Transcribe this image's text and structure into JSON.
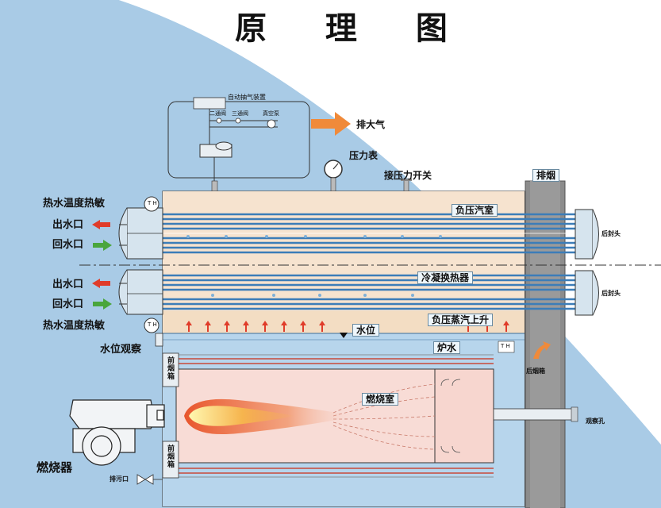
{
  "title": "原 理 图",
  "vacuum_unit": {
    "label": "自动抽气装置",
    "valve_1": "二通阀",
    "valve_2": "三通阀",
    "pump": "真空泵",
    "exhaust": "排大气"
  },
  "gauges": {
    "pressure_gauge": "压力表",
    "pressure_switch": "接压力开关",
    "chimney": "排烟"
  },
  "left_labels": {
    "hot_water_temp_sensor_top": "热水温度热敏",
    "outlet_top": "出水口",
    "return_top": "回水口",
    "outlet_bottom": "出水口",
    "return_bottom": "回水口",
    "hot_water_temp_sensor_bottom": "热水温度热敏",
    "water_level_obs": "水位观察",
    "burner": "燃烧器",
    "drain": "排污口"
  },
  "chamber_labels": {
    "negative_pressure_steam_chamber": "负压汽室",
    "condensing_heat_exchanger": "冷凝换热器",
    "negative_pressure_steam_rise": "负压蒸汽上升",
    "water_level": "水位",
    "furnace_water": "炉水",
    "combustion_chamber": "燃烧室",
    "front_smoke_box_top": "前烟箱",
    "front_smoke_box_bottom": "前烟箱",
    "rear_smoke_box": "后烟箱",
    "observation_hole": "观察孔",
    "rear_cover_top": "后封头",
    "rear_cover_bottom": "后封头",
    "th_badge": "T H"
  },
  "colors": {
    "background_blue": "#a9cbe6",
    "shell_blue": "#bcd8ec",
    "steam_chamber": "#f6e3cf",
    "water": "#b7d5ec",
    "combustion": "#f8dcd6",
    "tube_blue": "#3c7db8",
    "flame_outer": "#ee7640",
    "flame_inner": "#fff3a8",
    "arrow_red": "#e03c2a",
    "arrow_green": "#4aa63c",
    "arrow_orange": "#f08a3a",
    "chimney_gray": "#8c8c8c"
  }
}
